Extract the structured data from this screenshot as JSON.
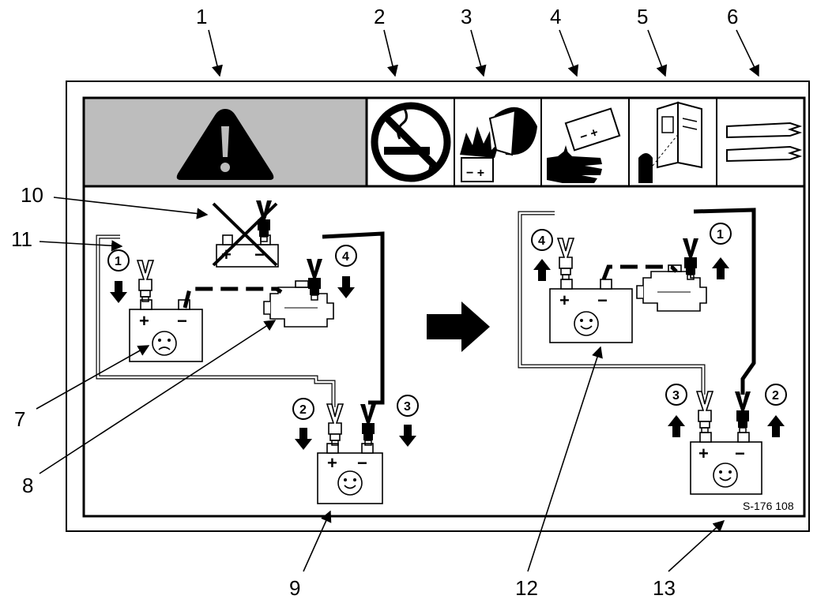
{
  "callouts": {
    "c1": "1",
    "c2": "2",
    "c3": "3",
    "c4": "4",
    "c5": "5",
    "c6": "6",
    "c7": "7",
    "c8": "8",
    "c9": "9",
    "c10": "10",
    "c11": "11",
    "c12": "12",
    "c13": "13"
  },
  "steps": {
    "left_s1": "1",
    "left_s2": "2",
    "left_s3": "3",
    "left_s4": "4",
    "right_s1": "1",
    "right_s2": "2",
    "right_s3": "3",
    "right_s4": "4"
  },
  "battery_signs": {
    "plus": "+",
    "minus": "−"
  },
  "label_code": "S-176 108",
  "colors": {
    "header_gray": "#bdbdbd",
    "line": "#000000",
    "background": "#ffffff"
  },
  "icons": {
    "warning": "warning-triangle-icon",
    "no_smoking": "no-smoking-icon",
    "explosion": "battery-explosion-face-shield-icon",
    "acid": "battery-acid-hand-icon",
    "manual": "read-manual-icon",
    "gloves": "protective-gloves-icon"
  }
}
